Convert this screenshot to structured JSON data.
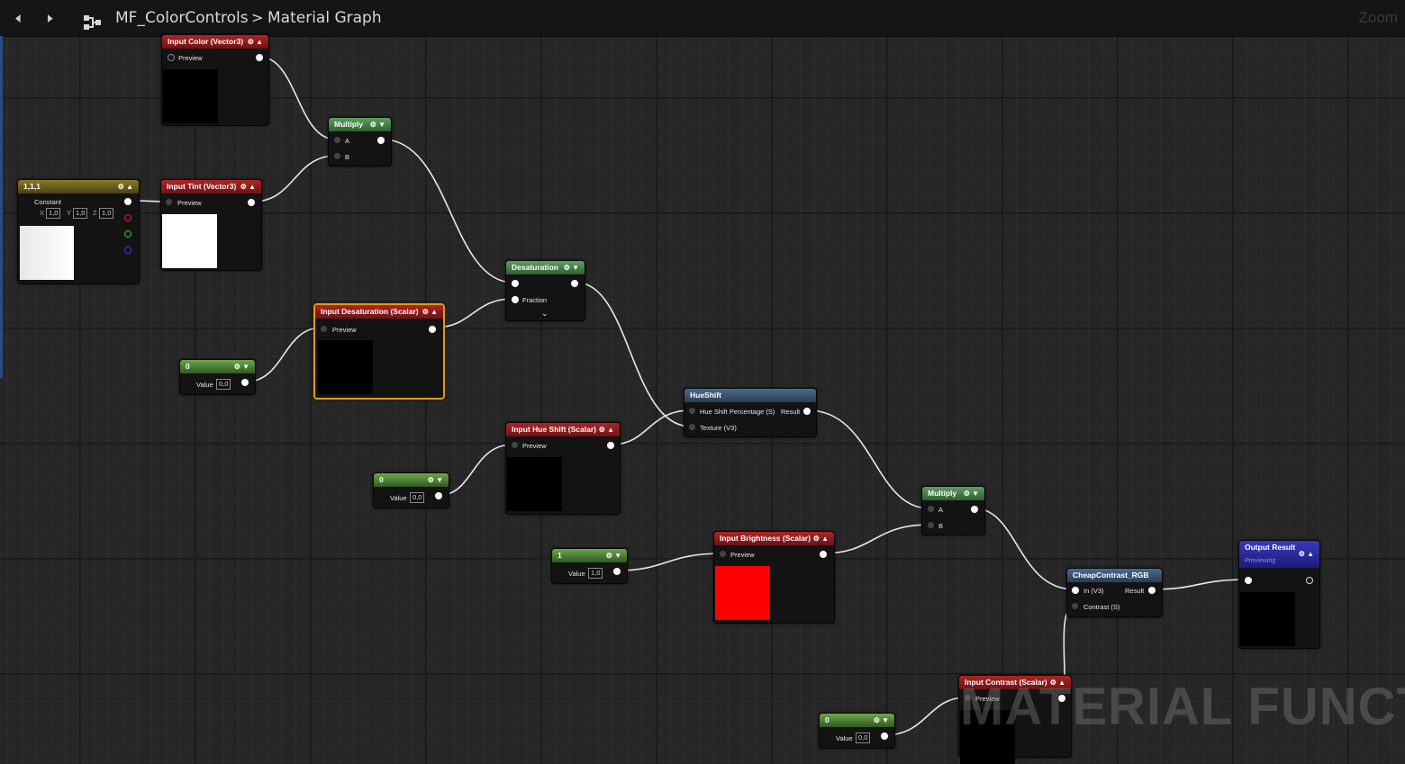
{
  "toolbar": {
    "back_icon": "back-arrow-icon",
    "forward_icon": "forward-arrow-icon",
    "graph_icon": "node-graph-icon",
    "asset_name": "MF_ColorControls",
    "separator": ">",
    "graph_name": "Material Graph",
    "zoom_label": "Zoom"
  },
  "nodes": {
    "input_color": {
      "title": "Input Color (Vector3)",
      "pin": "Preview"
    },
    "multiply1": {
      "title": "Multiply",
      "a": "A",
      "b": "B"
    },
    "constant3": {
      "title": "1,1,1",
      "label": "Constant",
      "x_label": "X",
      "x": "1,0",
      "y_label": "Y",
      "y": "1,0",
      "z_label": "Z",
      "z": "1,0"
    },
    "input_tint": {
      "title": "Input Tint (Vector3)",
      "pin": "Preview"
    },
    "desaturation": {
      "title": "Desaturation",
      "fraction": "Fraction"
    },
    "input_desat": {
      "title": "Input Desaturation (Scalar)",
      "pin": "Preview"
    },
    "scalar_desat": {
      "title": "0",
      "value_label": "Value",
      "value": "0,0"
    },
    "hueshift": {
      "title": "HueShift",
      "in1": "Hue Shift Percentage (S)",
      "in2": "Texture (V3)",
      "out": "Result"
    },
    "input_hue": {
      "title": "Input Hue Shift (Scalar)",
      "pin": "Preview"
    },
    "scalar_hue": {
      "title": "0",
      "value_label": "Value",
      "value": "0,0"
    },
    "multiply2": {
      "title": "Multiply",
      "a": "A",
      "b": "B"
    },
    "input_bright": {
      "title": "Input Brightness (Scalar)",
      "pin": "Preview"
    },
    "scalar_bright": {
      "title": "1",
      "value_label": "Value",
      "value": "1,0"
    },
    "cheap_contrast": {
      "title": "CheapContrast_RGB",
      "in1": "In (V3)",
      "in2": "Contrast (S)",
      "out": "Result"
    },
    "output": {
      "title": "Output Result",
      "subtitle": "Previewing"
    },
    "input_contrast": {
      "title": "Input Contrast (Scalar)",
      "pin": "Preview"
    },
    "scalar_contrast": {
      "title": "0",
      "value_label": "Value",
      "value": "0,0"
    }
  },
  "colors": {
    "input_header": "#8c1c1c",
    "function_header": "#3e5a78",
    "output_header": "#2a2a9a",
    "scalar_header": "#4f8a32",
    "selection": "#e39b12",
    "brightness_preview": "#ff0000"
  },
  "watermark": "MATERIAL FUNCTION"
}
